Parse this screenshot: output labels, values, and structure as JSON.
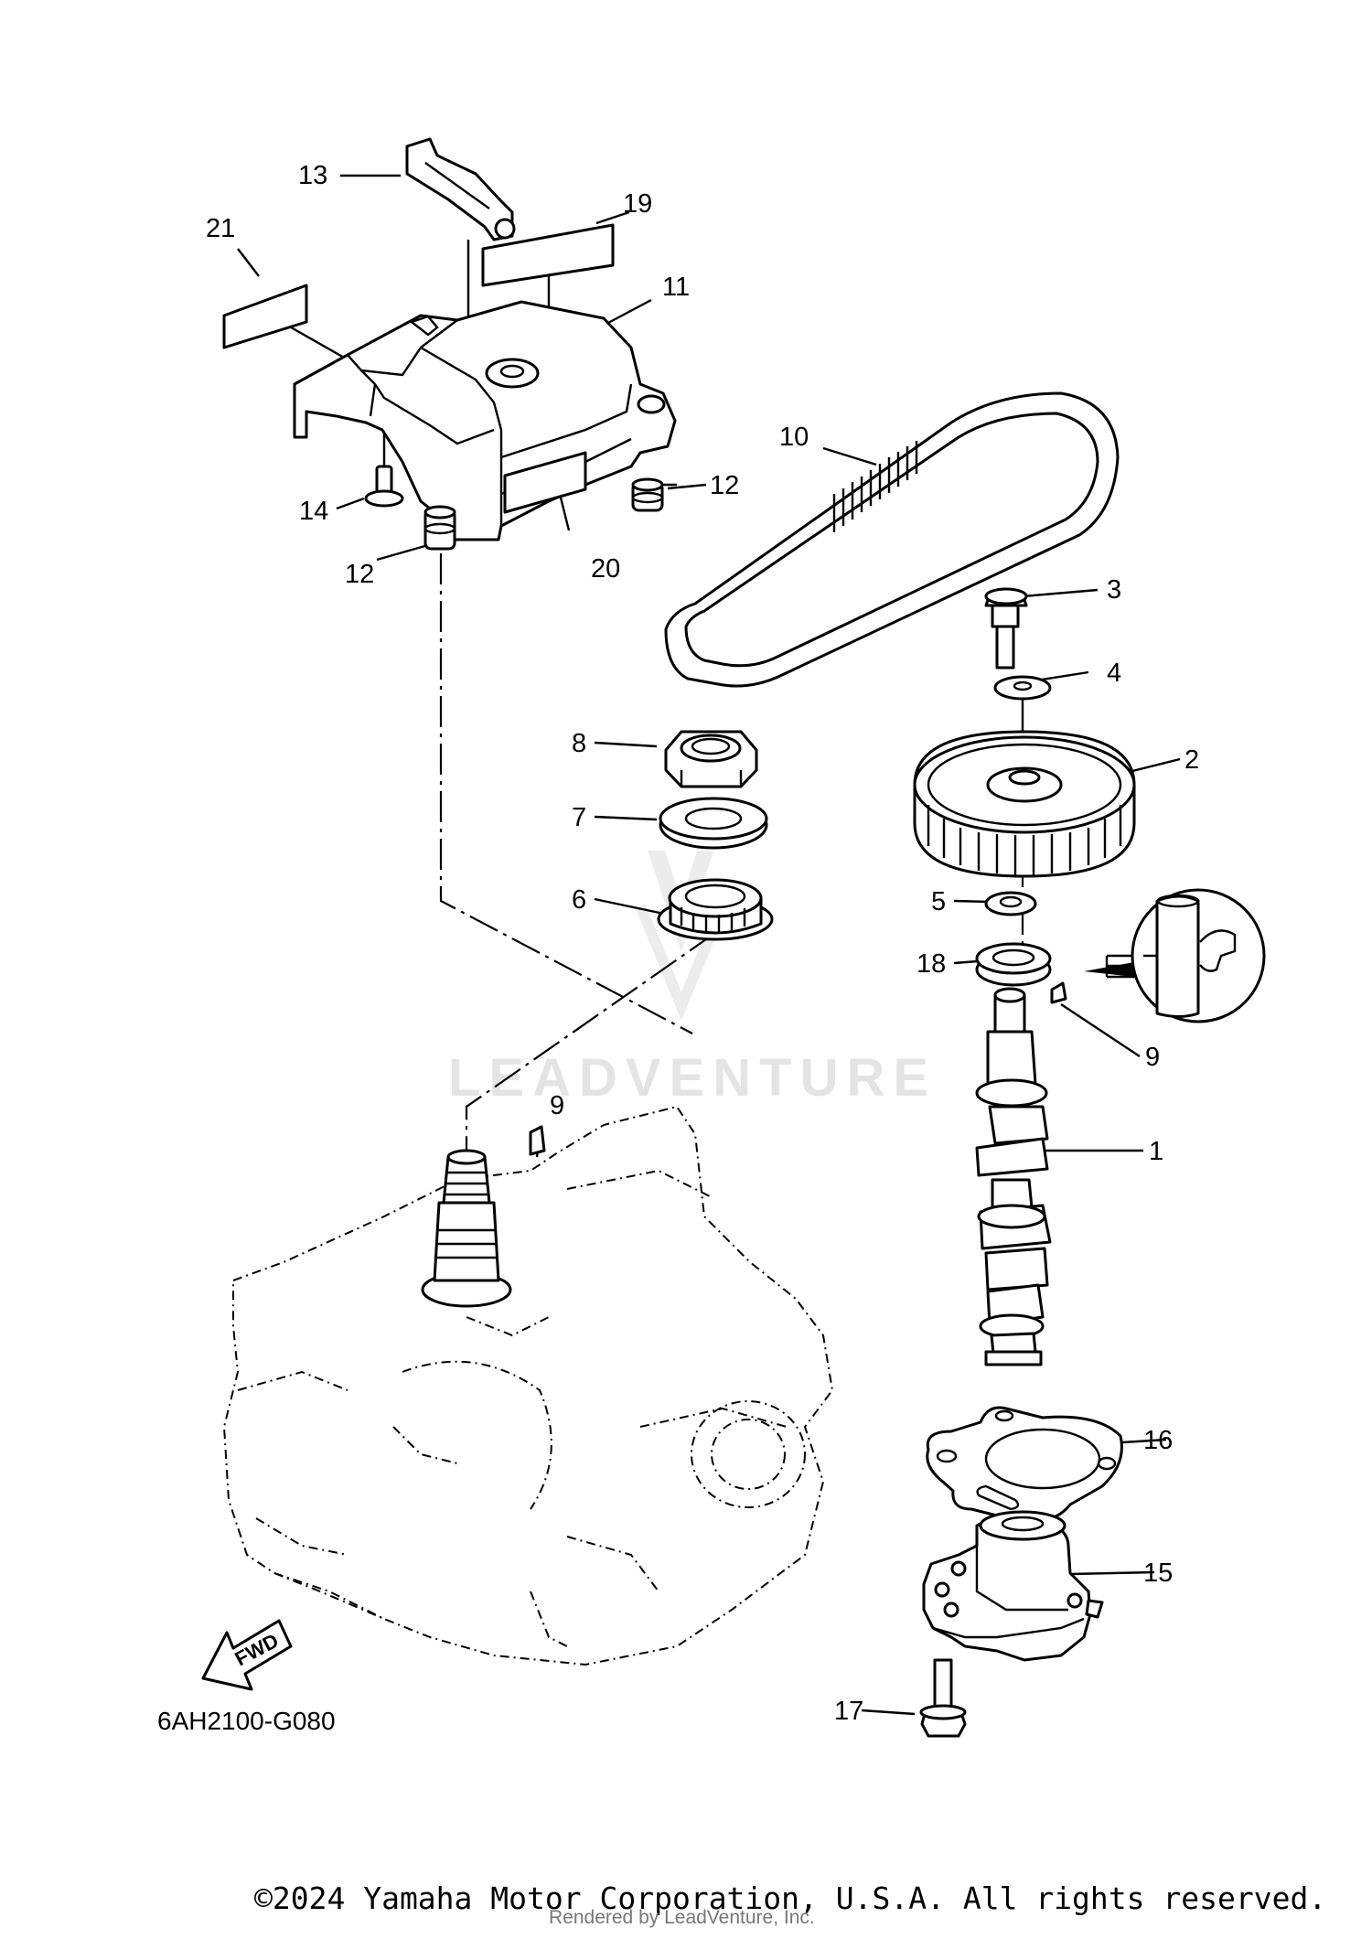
{
  "diagram": {
    "watermark": "LEADVENTURE",
    "diagram_code": "6AH2100-G080",
    "fwd_label": "FWD",
    "copyright": "©2024 Yamaha Motor Corporation, U.S.A. All rights reserved.",
    "rendered_by": "Rendered by LeadVenture, Inc.",
    "callouts": {
      "c1": "1",
      "c2": "2",
      "c3": "3",
      "c4": "4",
      "c5": "5",
      "c6": "6",
      "c7": "7",
      "c8": "8",
      "c9a": "9",
      "c9b": "9",
      "c10": "10",
      "c11": "11",
      "c12a": "12",
      "c12b": "12",
      "c13": "13",
      "c14": "14",
      "c15": "15",
      "c16": "16",
      "c17": "17",
      "c18": "18",
      "c19": "19",
      "c20": "20",
      "c21": "21"
    }
  }
}
